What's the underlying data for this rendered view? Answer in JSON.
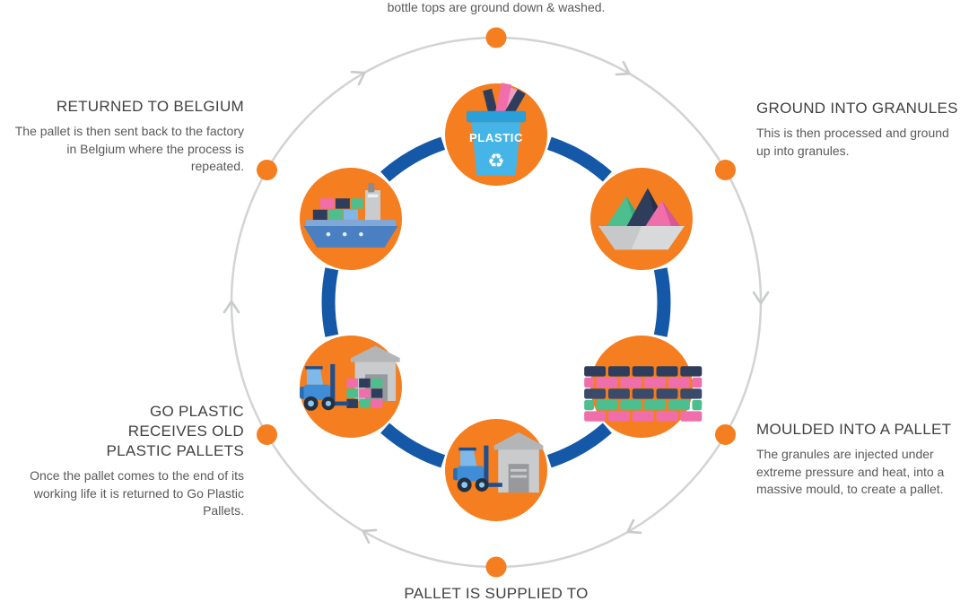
{
  "steps": [
    {
      "id": "washed",
      "title": "",
      "description": "bottle tops are ground down & washed."
    },
    {
      "id": "granules",
      "title": "GROUND INTO GRANULES",
      "description": "This is then processed and ground up into granules."
    },
    {
      "id": "moulded",
      "title": "MOULDED INTO A PALLET",
      "description": "The granules are injected under extreme pressure and heat, into a massive mould, to create a pallet."
    },
    {
      "id": "supplied",
      "title": "PALLET IS SUPPLIED TO",
      "description": ""
    },
    {
      "id": "receives",
      "title": "GO PLASTIC RECEIVES OLD PLASTIC PALLETS",
      "description": "Once the pallet comes to the end of its working life it is returned to Go Plastic Pallets."
    },
    {
      "id": "returned",
      "title": "RETURNED TO BELGIUM",
      "description": "The pallet is then sent back to the factory in Belgium where the process is repeated."
    }
  ],
  "bin_label": "PLASTIC",
  "recycle_symbol": "♻",
  "icon_names": [
    "recycle-bin-icon",
    "granule-piles-icon",
    "stacked-pallets-icon",
    "forklift-with-pallets-icon",
    "forklift-at-warehouse-icon",
    "cargo-ship-icon"
  ],
  "colors": {
    "orange": "#F47E20",
    "arc_blue": "#1558A8",
    "ring_gray": "#D1D3D4",
    "navy": "#2E3D5C",
    "pink": "#F06EAA",
    "green": "#4DBE8E",
    "light_blue": "#45B5E8",
    "ship_blue": "#4A7FC1",
    "gray_light": "#C9CBCD",
    "gray_dark": "#97999C",
    "heading_text": "#414042",
    "body_text": "#58595B"
  }
}
